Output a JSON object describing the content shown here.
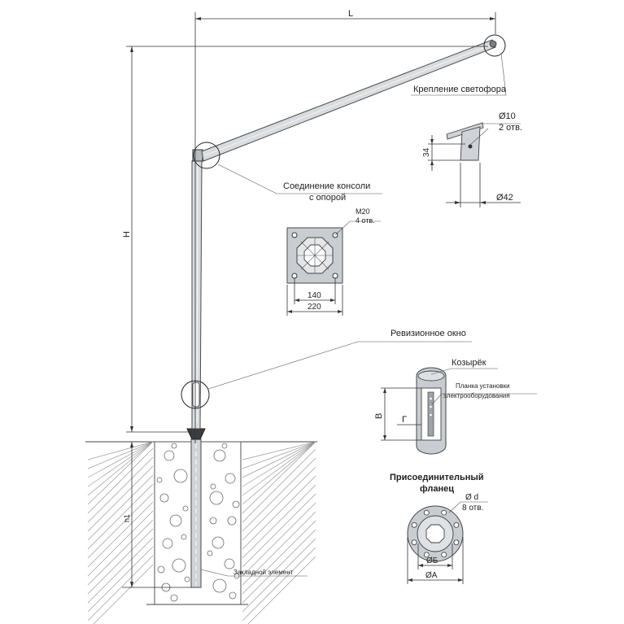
{
  "labels": {
    "dim_L": "L",
    "dim_H": "H",
    "dim_h1": "h1",
    "signal_mount": "Крепление светофора",
    "hole_d10": "Ø10",
    "holes_2": "2 отв.",
    "dim_34": "34",
    "dim_d42": "Ø42",
    "console_joint_1": "Соединение консоли",
    "console_joint_2": "с опорой",
    "bolt_m20": "M20",
    "holes_4": "4 отв.",
    "dim_140": "140",
    "dim_220": "220",
    "revision_window": "Ревизионное окно",
    "visor": "Козырёк",
    "mount_bar_1": "Планка установки",
    "mount_bar_2": "электрооборудования",
    "dim_V": "В",
    "dim_G": "Г",
    "flange_1": "Присоединительный",
    "flange_2": "фланец",
    "hole_d": "Ø d",
    "holes_8": "8 отв.",
    "dim_B": "ØБ",
    "dim_A": "ØA",
    "embedded_element": "Закладной элемент"
  },
  "colors": {
    "metal_light": "#d9dcdf",
    "metal_mid": "#c9cdd1",
    "line": "#333333",
    "ground_hatch": "#9a9a9a"
  }
}
